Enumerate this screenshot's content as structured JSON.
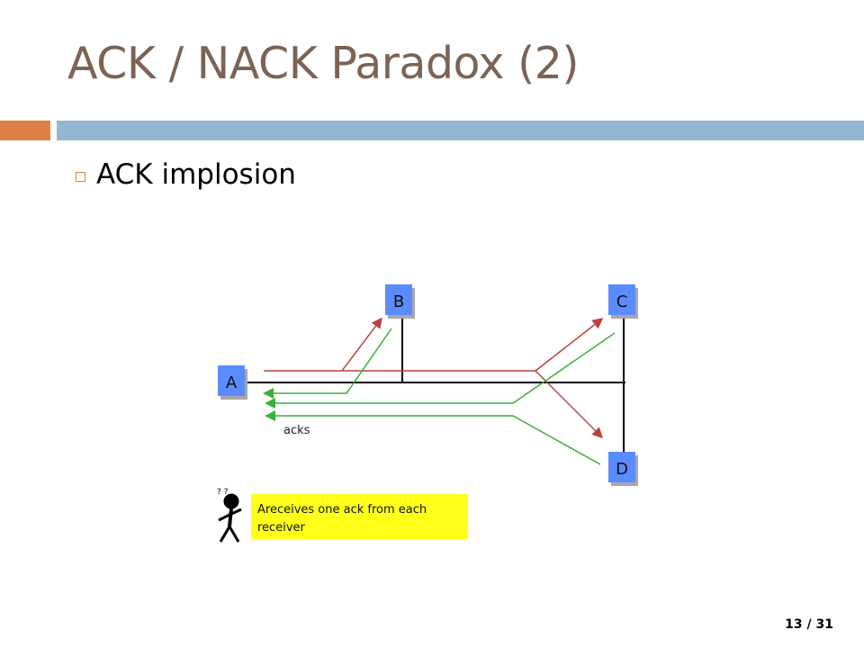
{
  "slide": {
    "title": "ACK / NACK Paradox (2)",
    "bullet": "ACK implosion",
    "page_number": "13 / 31"
  },
  "diagram": {
    "nodes": [
      "A",
      "B",
      "C",
      "D"
    ],
    "acks_label": "acks",
    "note": "Areceives one ack from each receiver",
    "colors": {
      "node_fill": "#5b8cff",
      "data_arrow": "#b84242",
      "ack_arrow": "#3cae3c",
      "note_bg": "#ffff1a",
      "title": "#7b6355",
      "accent_orange": "#dd8047",
      "accent_blue": "#94b6d2"
    }
  }
}
